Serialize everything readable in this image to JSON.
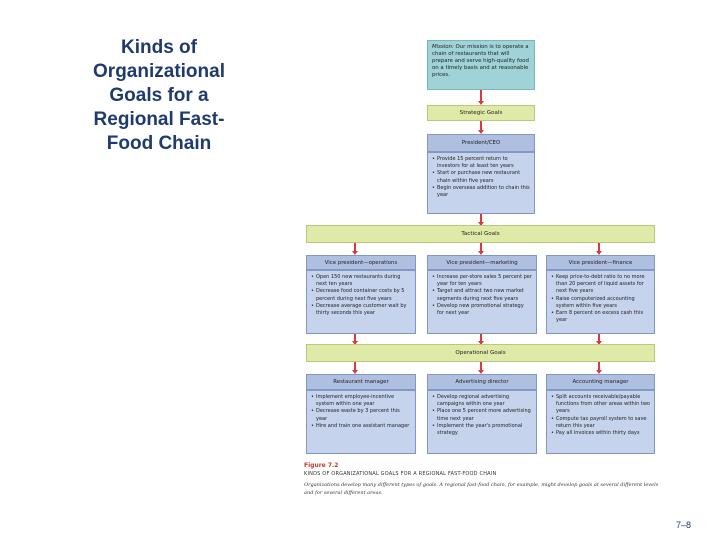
{
  "title": "Kinds of Organizational Goals for a Regional Fast-Food Chain",
  "mission": {
    "label": "Mission:",
    "text": " Our mission is to operate a chain of restaurants that will prepare and serve high-quality food on a timely basis and at reasonable prices."
  },
  "strategic_goals": "Strategic Goals",
  "president": {
    "title": "President/CEO",
    "items": [
      "Provide 15 percent return to investors for at least ten years",
      "Start or purchase new restaurant chain within five years",
      "Begin overseas addition to chain this year"
    ]
  },
  "tactical_goals": "Tactical Goals",
  "vp": [
    {
      "title": "Vice president—operations",
      "items": [
        "Open 150 new restaurants during next ten years",
        "Decrease food container costs by 5 percent during next five years",
        "Decrease average customer wait by thirty seconds this year"
      ]
    },
    {
      "title": "Vice president—marketing",
      "items": [
        "Increase per-store sales 5 percent per year for ten years",
        "Target and attract two new market segments during next five years",
        "Develop new promotional strategy for next year"
      ]
    },
    {
      "title": "Vice president—finance",
      "items": [
        "Keep price-to-debt ratio to no more than 20 percent of liquid assets for next five years",
        "Raise computerized accounting system within five years",
        "Earn 8 percent on excess cash this year"
      ]
    }
  ],
  "operational_goals": "Operational Goals",
  "managers": [
    {
      "title": "Restaurant manager",
      "items": [
        "Implement employee-incentive system within one year",
        "Decrease waste by 3 percent this year",
        "Hire and train one assistant manager"
      ]
    },
    {
      "title": "Advertising director",
      "items": [
        "Develop regional advertising campaigns within one year",
        "Place one 5 percent more advertising time next year",
        "Implement the year's promotional strategy"
      ]
    },
    {
      "title": "Accounting manager",
      "items": [
        "Split accounts receivable/payable functions from other areas within two years",
        "Compute tax payroll system to save return this year",
        "Pay all invoices within thirty days"
      ]
    }
  ],
  "figure": {
    "label": "Figure 7.2",
    "title": "KINDS OF ORGANIZATIONAL GOALS FOR A REGIONAL FAST-FOOD CHAIN",
    "caption": "Organizations develop many different types of goals. A regional fast-food chain, for example, might develop goals at several different levels and for several different areas."
  },
  "page_number": "7–8",
  "colors": {
    "mission": "#9fd3d8",
    "band": "#dfeaa8",
    "box_head": "#aebfe0",
    "box_body": "#c6d3ec",
    "arrow": "#d63c3c",
    "title": "#1f3a6e"
  }
}
